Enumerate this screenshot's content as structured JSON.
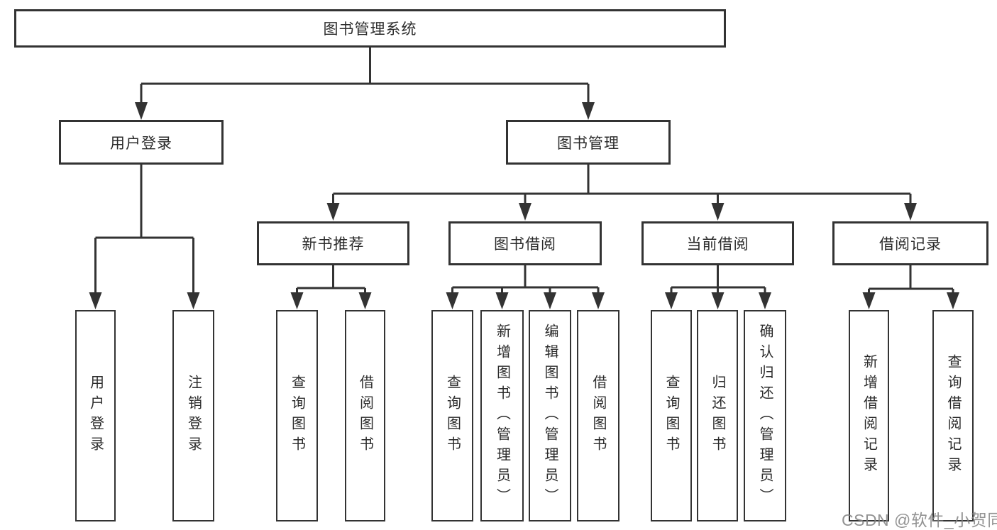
{
  "diagram": {
    "root": {
      "label": "图书管理系统"
    },
    "level2": [
      {
        "label": "用户登录"
      },
      {
        "label": "图书管理"
      }
    ],
    "level3": [
      {
        "label": "新书推荐",
        "parent": "图书管理"
      },
      {
        "label": "图书借阅",
        "parent": "图书管理"
      },
      {
        "label": "当前借阅",
        "parent": "图书管理"
      },
      {
        "label": "借阅记录",
        "parent": "图书管理"
      }
    ],
    "leaves": [
      {
        "label": "用户登录",
        "parent": "用户登录"
      },
      {
        "label": "注销登录",
        "parent": "用户登录"
      },
      {
        "label": "查询图书",
        "parent": "新书推荐"
      },
      {
        "label": "借阅图书",
        "parent": "新书推荐"
      },
      {
        "label": "查询图书",
        "parent": "图书借阅"
      },
      {
        "label": "新增图书（管理员）",
        "parent": "图书借阅"
      },
      {
        "label": "编辑图书（管理员）",
        "parent": "图书借阅"
      },
      {
        "label": "借阅图书",
        "parent": "图书借阅"
      },
      {
        "label": "查询图书",
        "parent": "当前借阅"
      },
      {
        "label": "归还图书",
        "parent": "当前借阅"
      },
      {
        "label": "确认归还（管理员）",
        "parent": "当前借阅"
      },
      {
        "label": "新增借阅记录",
        "parent": "借阅记录"
      },
      {
        "label": "查询借阅记录",
        "parent": "借阅记录"
      }
    ],
    "watermark": "CSDN @软件_小贺同学",
    "colors": {
      "line": "#333333",
      "box_border": "#333333",
      "box_fill": "#ffffff",
      "text": "#2b2b2b",
      "watermark": "#848484",
      "background": "#ffffff"
    }
  }
}
